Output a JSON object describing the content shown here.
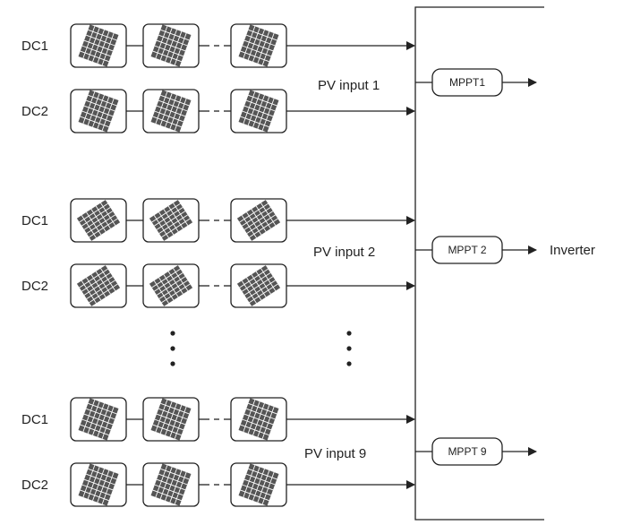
{
  "colors": {
    "line": "#222222",
    "panel": "#555555",
    "background": "#ffffff"
  },
  "groups": [
    {
      "pv_label": "PV input 1",
      "mppt_label": "MPPT1",
      "strings": [
        {
          "dc_label": "DC1"
        },
        {
          "dc_label": "DC2"
        }
      ]
    },
    {
      "pv_label": "PV input 2",
      "mppt_label": "MPPT 2",
      "strings": [
        {
          "dc_label": "DC1"
        },
        {
          "dc_label": "DC2"
        }
      ]
    },
    {
      "pv_label": "PV input 9",
      "mppt_label": "MPPT 9",
      "strings": [
        {
          "dc_label": "DC1"
        },
        {
          "dc_label": "DC2"
        }
      ]
    }
  ],
  "inverter_label": "Inverter",
  "ellipsis_marks": [
    "left-ellipsis",
    "right-ellipsis"
  ],
  "icons": {
    "panel": "solar-panel-icon",
    "arrow": "arrow-right-icon"
  }
}
